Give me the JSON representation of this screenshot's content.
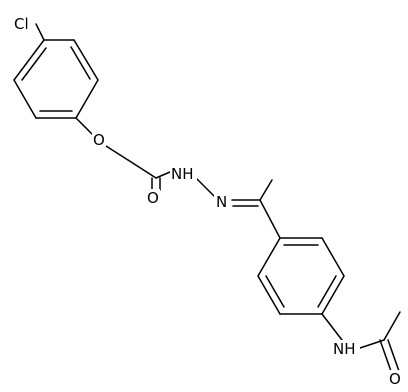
{
  "atom_labels": {
    "chlorine": "Cl",
    "ether_oxygen": "O",
    "carbonyl_oxygen_hydrazide": "O",
    "hydrazide_nh": "NH",
    "imine_nitrogen": "N",
    "amide_nh": "NH",
    "carbonyl_oxygen_acetamide": "O"
  },
  "colors": {
    "bond": "#000000",
    "label": "#000000",
    "background": "#ffffff"
  }
}
